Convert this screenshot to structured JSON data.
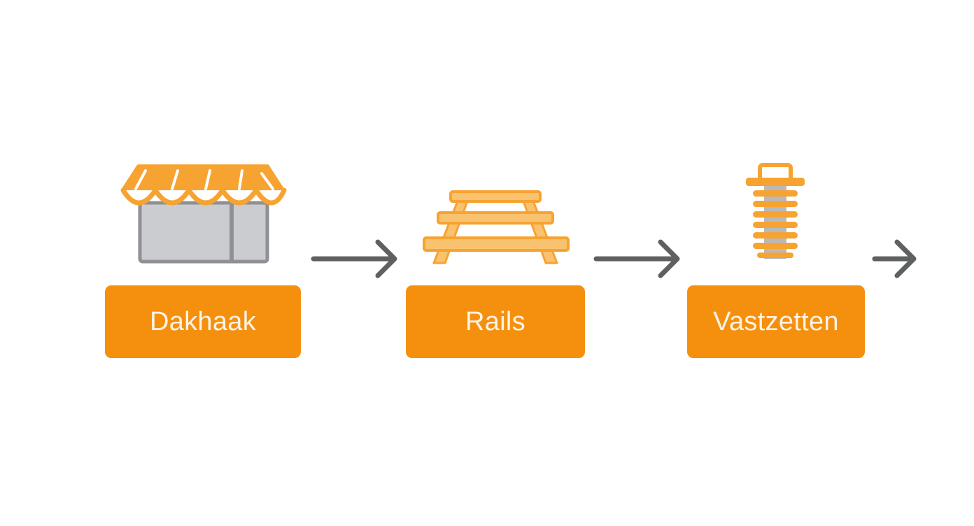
{
  "steps": [
    {
      "label": "Dakhaak",
      "icon": "storefront-awning-icon"
    },
    {
      "label": "Rails",
      "icon": "rails-rack-icon"
    },
    {
      "label": "Vastzetten",
      "icon": "screw-bolt-icon"
    }
  ],
  "colors": {
    "accent": "#f5900f",
    "icon_orange": "#f7a331",
    "icon_light_orange": "#f9c26f",
    "arrow_gray": "#5f6061",
    "box_gray": "#cbccd0",
    "box_gray_dark": "#8e9094",
    "label_text": "#fdf3e6"
  }
}
